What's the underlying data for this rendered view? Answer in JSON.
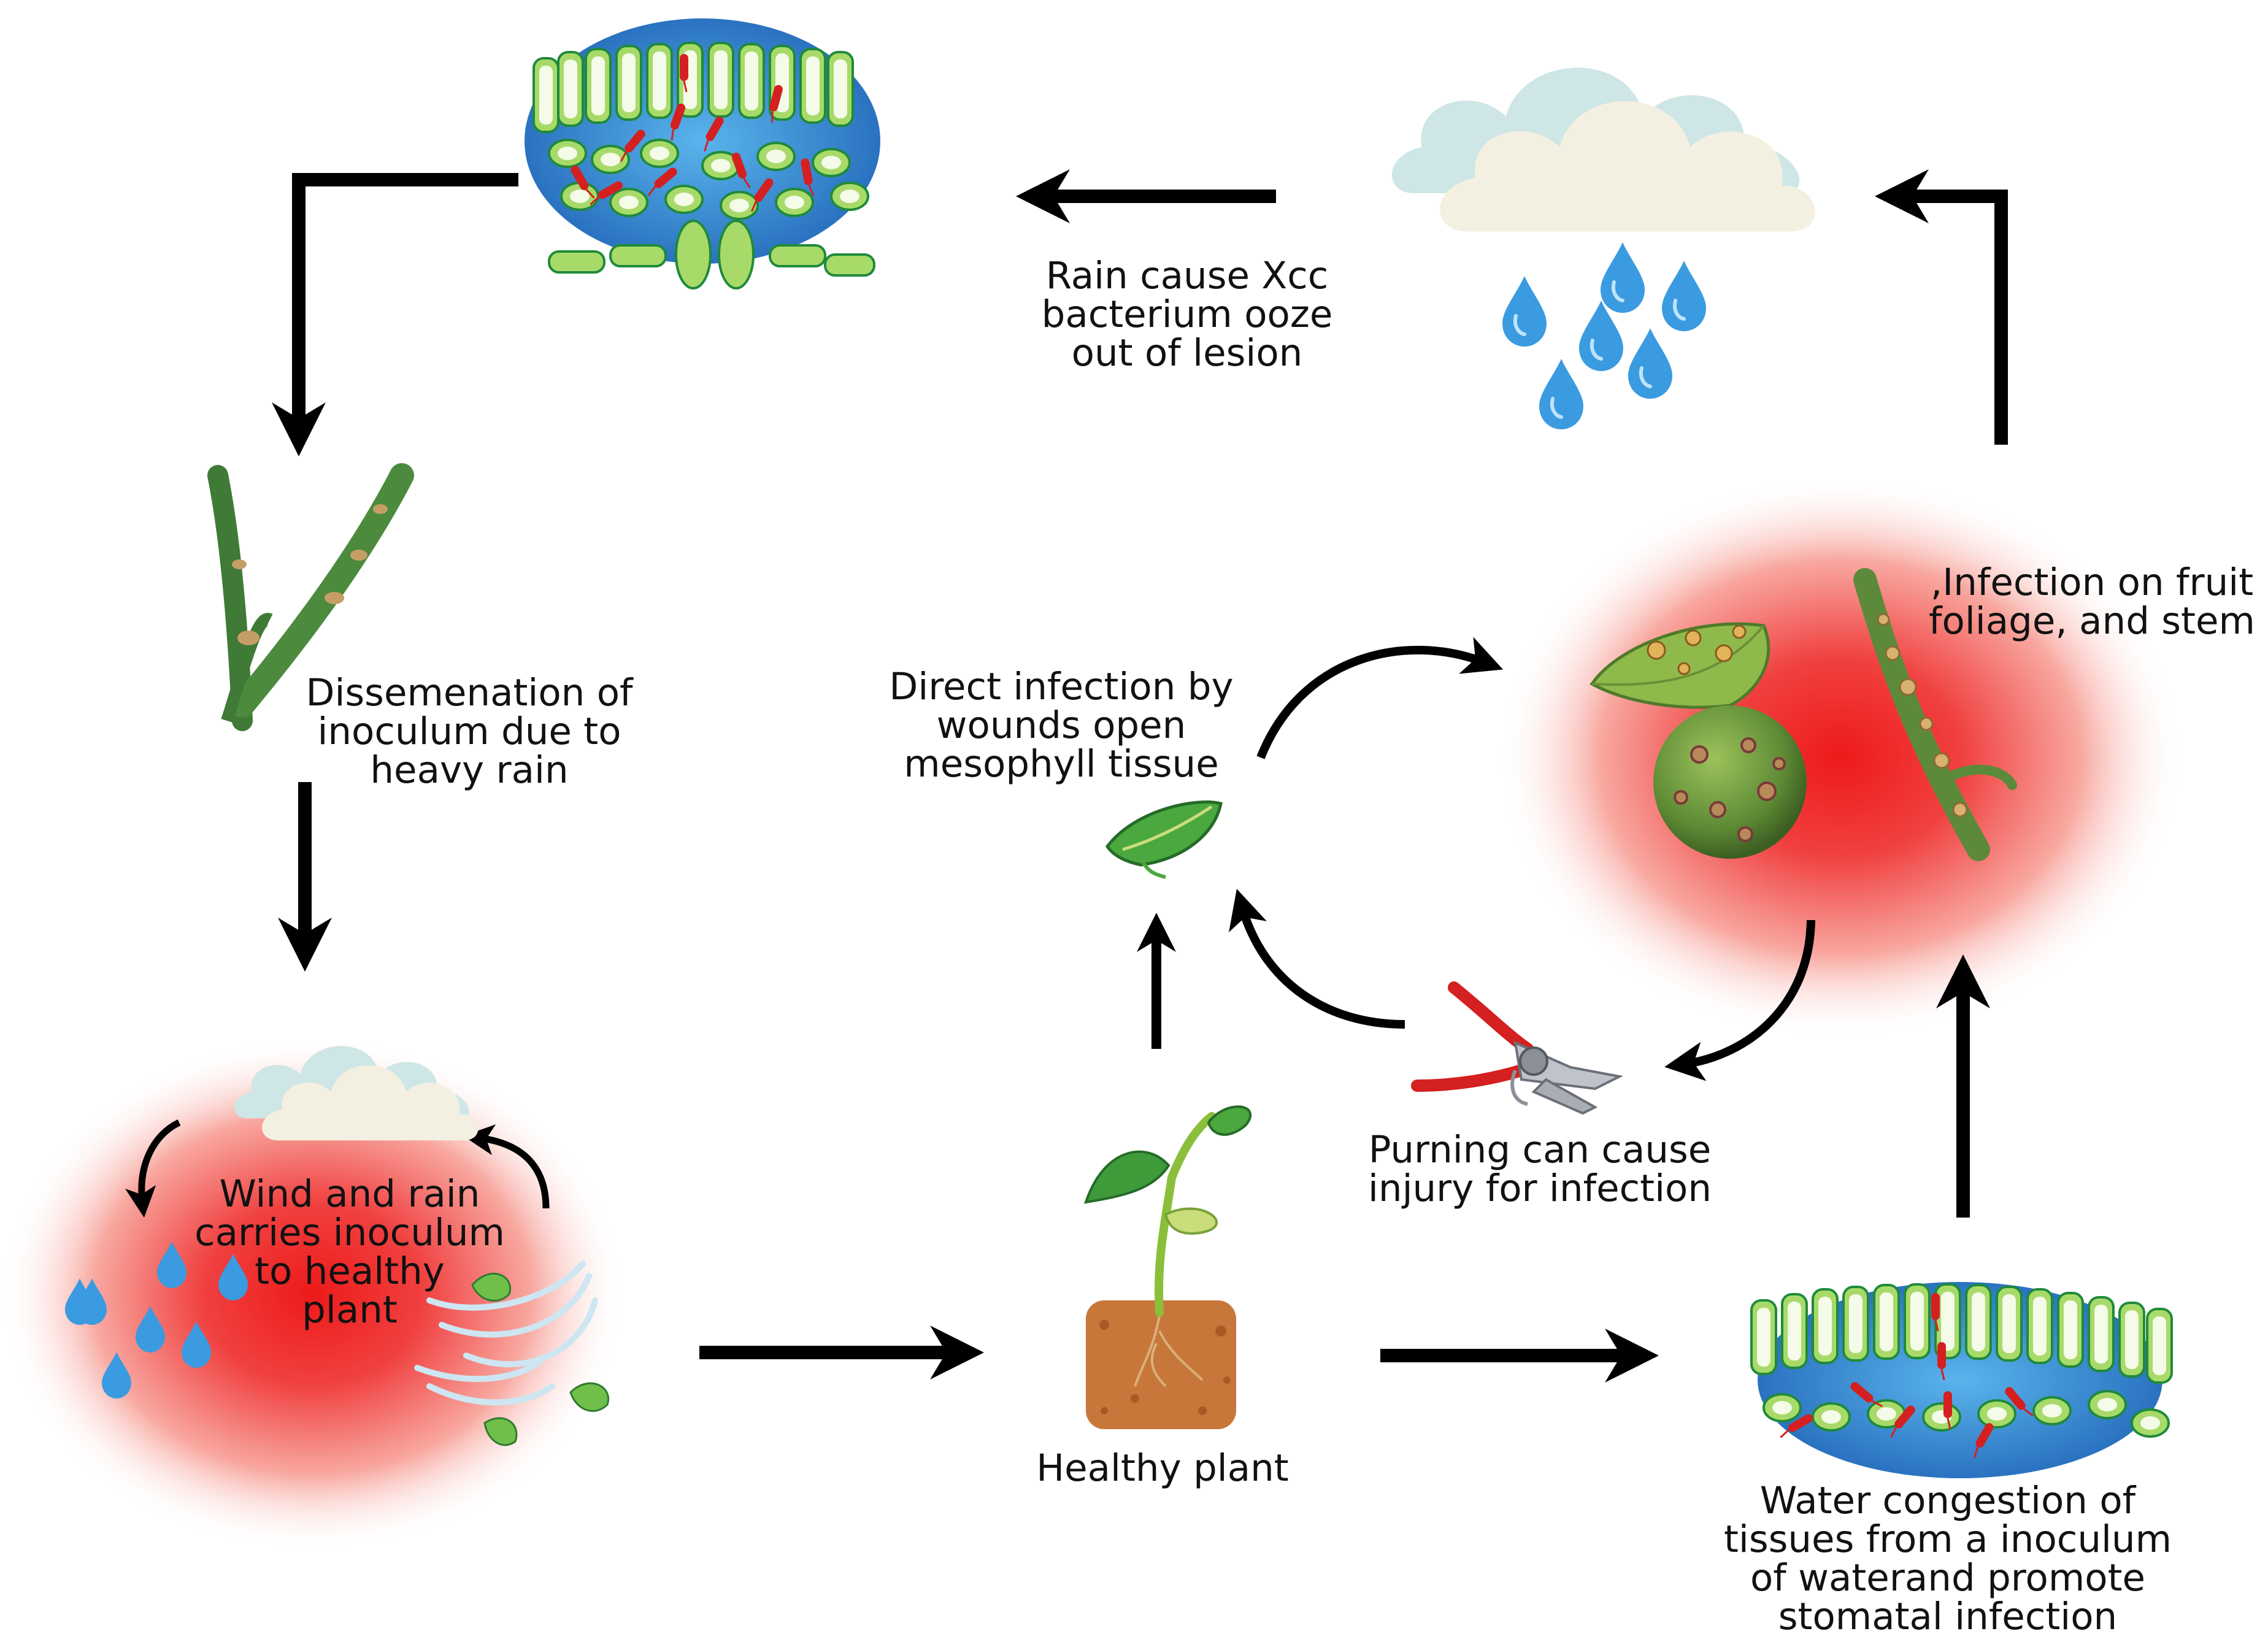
{
  "labels": {
    "rain_ooze": [
      "Rain cause Xcc",
      "bacterium ooze",
      "out of lesion"
    ],
    "dissemination": [
      "Dissemenation of",
      "inoculum due to",
      "heavy rain"
    ],
    "wind_rain": [
      "Wind and rain",
      "carries inoculum",
      "to healthy",
      "plant"
    ],
    "direct_infection": [
      "Direct infection by",
      "wounds open",
      "mesophyll tissue"
    ],
    "infection_fruit": [
      ",Infection on fruit",
      "foliage, and stem"
    ],
    "pruning": [
      "Purning can cause",
      "injury for infection"
    ],
    "healthy_plant": [
      "Healthy plant"
    ],
    "water_congestion": [
      "Water congestion of",
      "tissues from a inoculum",
      "of waterand promote",
      "stomatal infection"
    ]
  },
  "colors": {
    "arrow": "#000000",
    "infection_glow": "#ee2222",
    "leaf_green": "#9bd35f",
    "leaf_outline": "#1f8a3a",
    "bacteria": "#d42020",
    "water_blue": "#3aa0e0",
    "cloud": "#f4f1e4",
    "cloud_back": "#cfe6e6",
    "soil": "#c8773a"
  }
}
